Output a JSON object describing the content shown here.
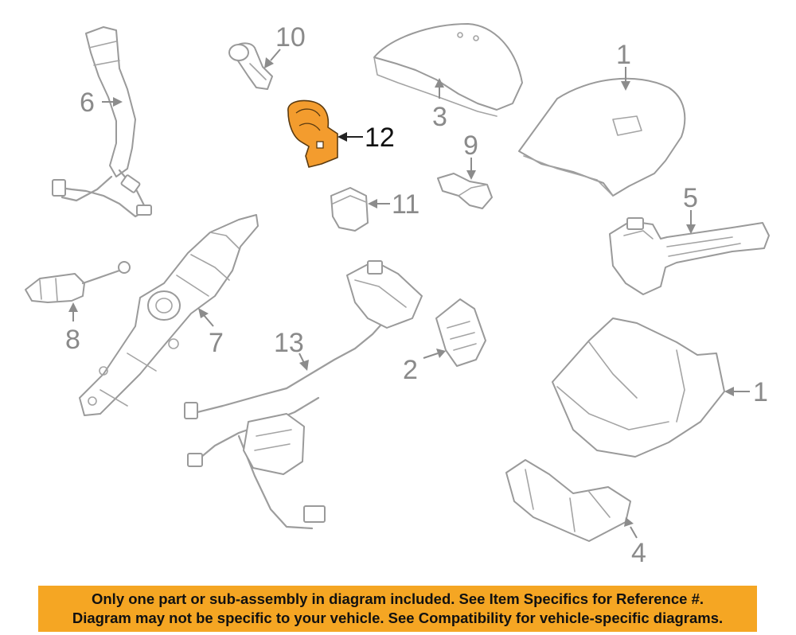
{
  "callouts": {
    "c1_top": "1",
    "c1_bottom": "1",
    "c2": "2",
    "c3": "3",
    "c4": "4",
    "c5": "5",
    "c6": "6",
    "c7": "7",
    "c8": "8",
    "c9": "9",
    "c10": "10",
    "c11": "11",
    "c12": "12",
    "c13": "13"
  },
  "highlight_color": "#f39c2e",
  "banner": {
    "color": "#f5a623",
    "line1": "Only one part or sub-assembly in diagram included. See Item Specifics for Reference #.",
    "line2": "Diagram may not be specific to your vehicle. See Compatibility for vehicle-specific diagrams."
  }
}
